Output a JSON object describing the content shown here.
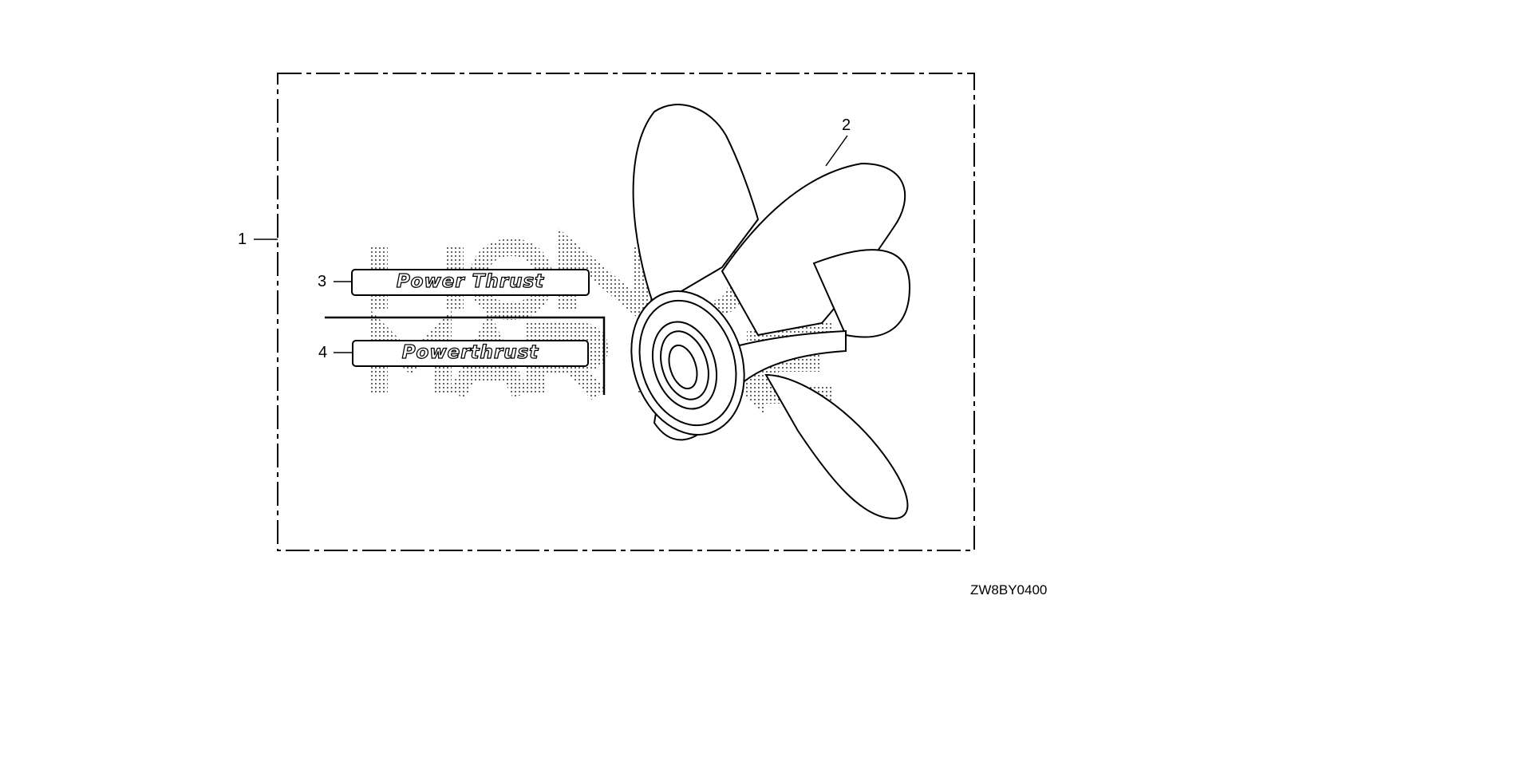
{
  "callouts": {
    "one": "1",
    "two": "2",
    "three": "3",
    "four": "4"
  },
  "decals": {
    "three": "Power Thrust",
    "four": "Powerthrust"
  },
  "watermark": "HONDA MARINE",
  "diagram_code": "ZW8BY0400"
}
